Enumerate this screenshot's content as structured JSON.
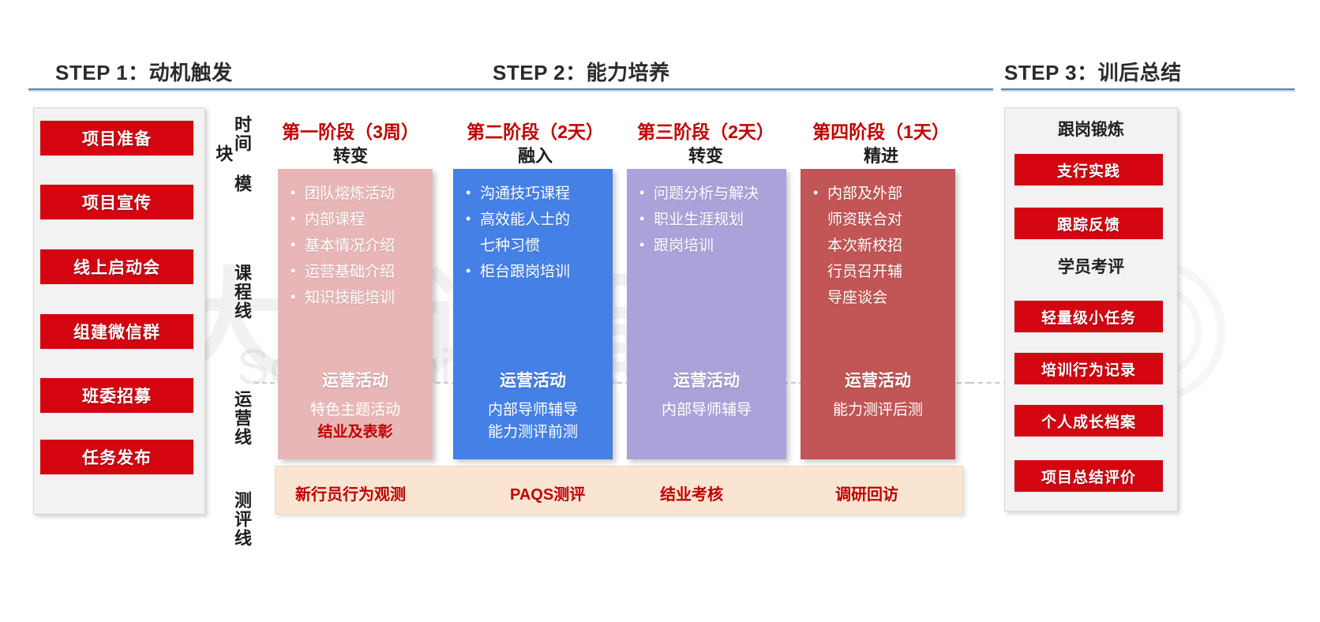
{
  "steps": {
    "step1": "STEP 1：动机触发",
    "step2": "STEP 2：能力培养",
    "step3": "STEP 3：训后总结"
  },
  "watermark": {
    "main": "中大咨询智库",
    "sub": "Social Think Tank"
  },
  "left_panel": {
    "items": [
      "项目准备",
      "项目宣传",
      "线上启动会",
      "组建微信群",
      "班委招募",
      "任务发布"
    ]
  },
  "row_labels": {
    "time_module": "时间 模块",
    "course_line": "课程线",
    "operation_line": "运营线",
    "assessment_line": "测评线"
  },
  "phases": [
    {
      "title": "第一阶段（3周）",
      "subtitle": "转变",
      "color": "#e8b6b6",
      "courses": [
        {
          "text": "团队熔炼活动",
          "bullet": true
        },
        {
          "text": "内部课程",
          "bullet": true
        },
        {
          "text": "基本情况介绍",
          "bullet": true
        },
        {
          "text": "运营基础介绍",
          "bullet": true
        },
        {
          "text": "知识技能培训",
          "bullet": true
        }
      ],
      "operation_title": "运营活动",
      "operation_lines": [
        {
          "text": "特色主题活动",
          "accent": false
        },
        {
          "text": "结业及表彰",
          "accent": true
        }
      ]
    },
    {
      "title": "第二阶段（2天）",
      "subtitle": "融入",
      "color": "#4580e6",
      "courses": [
        {
          "text": "沟通技巧课程",
          "bullet": true
        },
        {
          "text": "高效能人士的",
          "bullet": true
        },
        {
          "text": "七种习惯",
          "bullet": false
        },
        {
          "text": "柜台跟岗培训",
          "bullet": true
        }
      ],
      "operation_title": "运营活动",
      "operation_lines": [
        {
          "text": "内部导师辅导",
          "accent": false
        },
        {
          "text": "能力测评前测",
          "accent": false
        }
      ]
    },
    {
      "title": "第三阶段（2天）",
      "subtitle": "转变",
      "color": "#a9a3da",
      "courses": [
        {
          "text": "问题分析与解决",
          "bullet": true
        },
        {
          "text": "职业生涯规划",
          "bullet": true
        },
        {
          "text": "跟岗培训",
          "bullet": true
        }
      ],
      "operation_title": "运营活动",
      "operation_lines": [
        {
          "text": "内部导师辅导",
          "accent": false
        }
      ]
    },
    {
      "title": "第四阶段（1天）",
      "subtitle": "精进",
      "color": "#c25555",
      "courses": [
        {
          "text": "内部及外部",
          "bullet": true
        },
        {
          "text": "师资联合对",
          "bullet": false
        },
        {
          "text": "本次新校招",
          "bullet": false
        },
        {
          "text": "行员召开辅",
          "bullet": false
        },
        {
          "text": "导座谈会",
          "bullet": false
        }
      ],
      "operation_title": "运营活动",
      "operation_lines": [
        {
          "text": "能力测评后测",
          "accent": false
        }
      ]
    }
  ],
  "assessment_band": {
    "items": [
      "新行员行为观测",
      "PAQS测评",
      "结业考核",
      "调研回访"
    ]
  },
  "right_panel": {
    "group1_label": "跟岗锻炼",
    "group1_items": [
      "支行实践",
      "跟踪反馈"
    ],
    "group2_label": "学员考评",
    "group2_items": [
      "轻量级小任务",
      "培训行为记录",
      "个人成长档案",
      "项目总结评价"
    ]
  },
  "colors": {
    "red": "#d40511",
    "dark_red": "#c00000",
    "blue": "#4580e6",
    "purple": "#a9a3da",
    "pink": "#e8b6b6",
    "brick": "#c25555",
    "band": "#fae5d3",
    "panel": "#f2f2f2"
  }
}
